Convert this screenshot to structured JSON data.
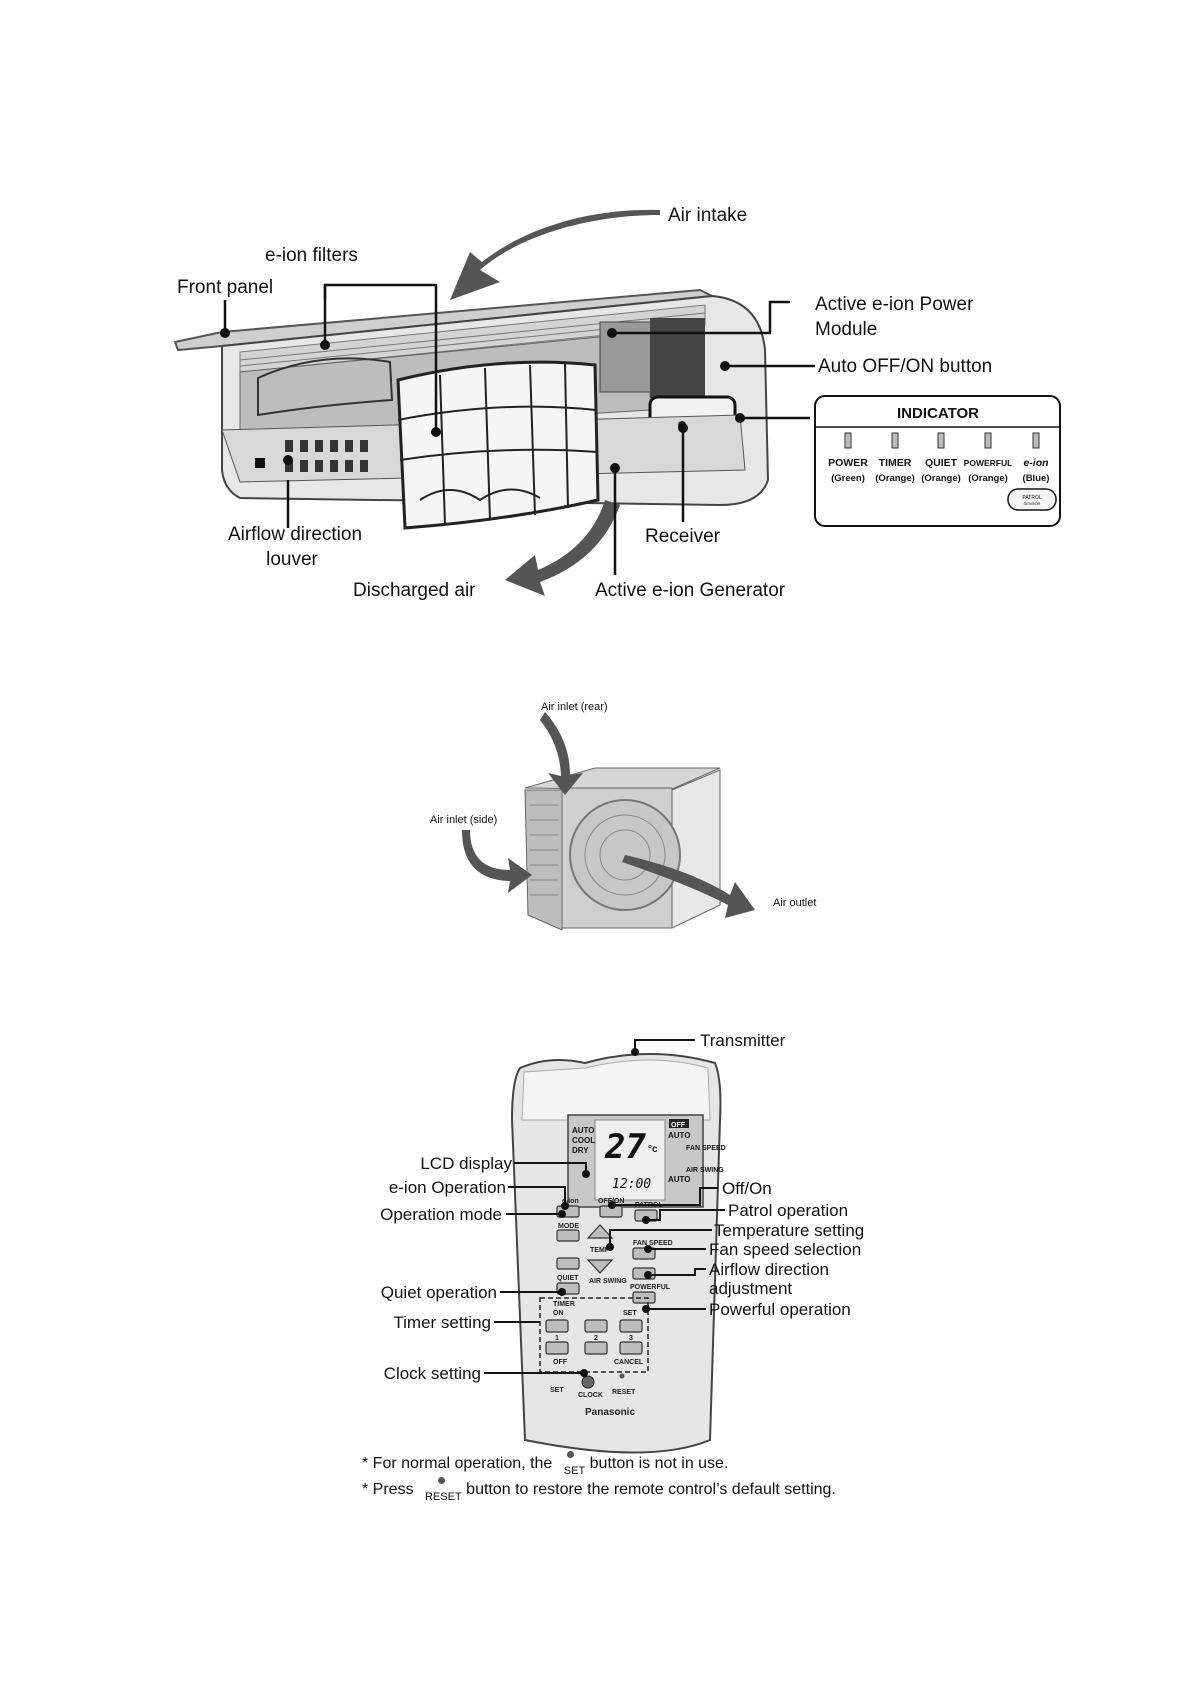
{
  "indoor": {
    "labels": {
      "air_intake": "Air intake",
      "e_ion_filters": "e-ion filters",
      "front_panel": "Front panel",
      "power_module_line1": "Active e-ion Power",
      "power_module_line2": "Module",
      "auto_button": "Auto OFF/ON button",
      "louver_line1": "Airflow direction",
      "louver_line2": "louver",
      "receiver": "Receiver",
      "discharged_air": "Discharged air",
      "generator": "Active e-ion Generator"
    },
    "indicator": {
      "title": "INDICATOR",
      "lamps": [
        {
          "name": "POWER",
          "color": "(Green)"
        },
        {
          "name": "TIMER",
          "color": "(Orange)"
        },
        {
          "name": "QUIET",
          "color": "(Orange)"
        },
        {
          "name": "POWERFUL",
          "color": "(Orange)"
        },
        {
          "name": "e-ion",
          "color": "(Blue)"
        }
      ],
      "sensor_label_1": "PATROL",
      "sensor_label_2": "SENSOR"
    }
  },
  "outdoor": {
    "labels": {
      "inlet_rear": "Air inlet (rear)",
      "inlet_side": "Air inlet (side)",
      "outlet": "Air outlet"
    }
  },
  "remote": {
    "labels": {
      "transmitter": "Transmitter",
      "lcd_display": "LCD display",
      "e_ion_operation": "e-ion Operation",
      "operation_mode": "Operation mode",
      "quiet_operation": "Quiet operation",
      "timer_setting": "Timer setting",
      "clock_setting": "Clock setting",
      "off_on": "Off/On",
      "patrol_operation": "Patrol operation",
      "temperature_setting": "Temperature setting",
      "fan_speed_selection": "Fan speed selection",
      "airflow_adjust_line1": "Airflow direction",
      "airflow_adjust_line2": "adjustment",
      "powerful_operation": "Powerful operation"
    },
    "body": {
      "lcd_modes": [
        "AUTO",
        "COOL",
        "DRY"
      ],
      "lcd_temp": "27",
      "lcd_unit": "°c",
      "lcd_clock": "12:00",
      "lcd_off": "OFF",
      "lcd_fan_auto": "AUTO",
      "lcd_fan": "FAN SPEED",
      "lcd_swing_auto": "AUTO",
      "lcd_swing": "AIR SWING",
      "btn_eion": "e-ion",
      "btn_offon": "OFF/ON",
      "btn_patrol": "PATROL",
      "btn_mode": "MODE",
      "btn_temp": "TEMP",
      "btn_fan": "FAN SPEED",
      "btn_quiet": "QUIET",
      "btn_swing": "AIR SWING",
      "btn_powerful": "POWERFUL",
      "btn_timer": "TIMER",
      "btn_on": "ON",
      "btn_off": "OFF",
      "btn_set": "SET",
      "btn_cancel": "CANCEL",
      "btn_1": "1",
      "btn_2": "2",
      "btn_3": "3",
      "btn_set_small": "SET",
      "btn_clock": "CLOCK",
      "btn_reset": "RESET",
      "brand": "Panasonic"
    }
  },
  "notes": {
    "note1_before": "* For normal operation, the",
    "note1_sub": "SET",
    "note1_after": "button is not in use.",
    "note2_before": "* Press",
    "note2_sub": "RESET",
    "note2_after": "button to restore the remote control’s default setting."
  }
}
